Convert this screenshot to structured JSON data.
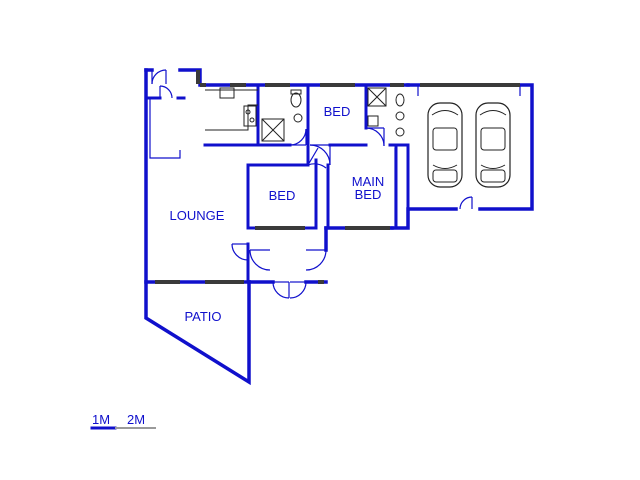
{
  "colors": {
    "wall": "#1010cc",
    "fixture": "#222222",
    "window": "#3a3a3a",
    "scale": "#1010cc"
  },
  "rooms": {
    "bed_top": "BED",
    "main_bed_line1": "MAIN",
    "main_bed_line2": "BED",
    "bed_middle": "BED",
    "lounge": "LOUNGE",
    "patio": "PATIO"
  },
  "scale_bar": {
    "label_1": "1M",
    "label_2": "2M"
  }
}
